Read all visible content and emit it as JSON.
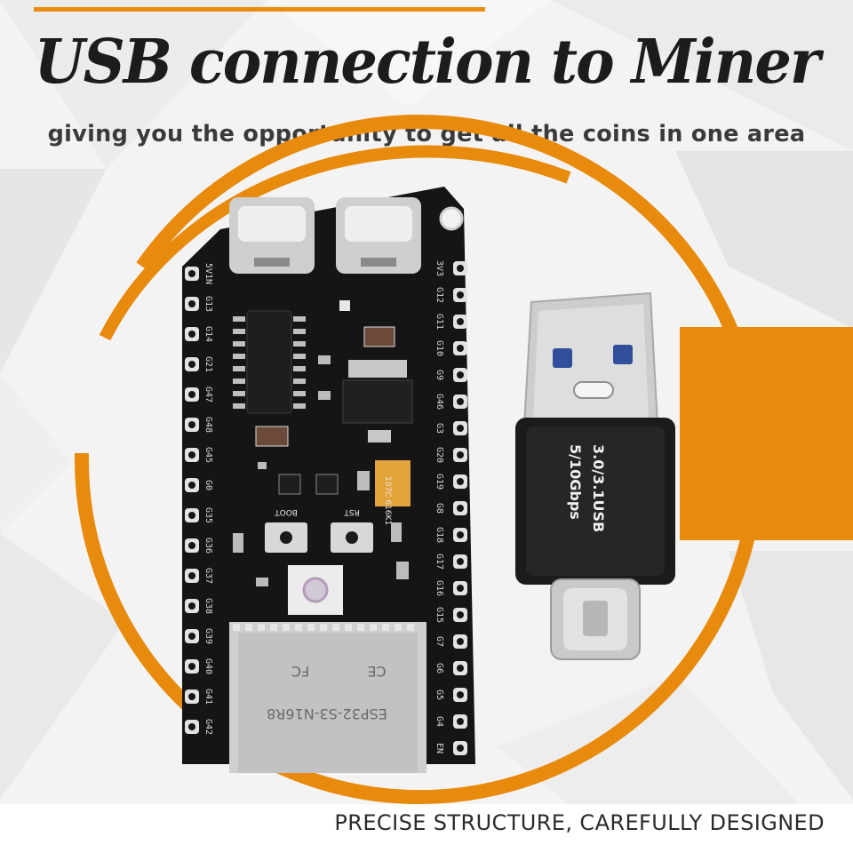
{
  "headline": "USB connection to Miner",
  "subheadline": "giving you the opportunity to get all the coins in one area",
  "footer": "PRECISE STRUCTURE, CAREFULLY DESIGNED",
  "adapter": {
    "label_line1": "3.0/3.1USB",
    "label_line2": "5/10Gbps"
  },
  "board": {
    "buttons": {
      "boot": "BOOT",
      "reset": "RST"
    },
    "module": {
      "fcc_mark": "FC",
      "ce_mark": "CE",
      "model": "ESP32-S3-N16R8"
    },
    "cap_label": "107C 616K1",
    "left_pins": [
      "5V1N",
      "G13",
      "G14",
      "G21",
      "G47",
      "G48",
      "G45",
      "G0",
      "G35",
      "G36",
      "G37",
      "G38",
      "G39",
      "G40",
      "G41",
      "G42"
    ],
    "right_pins": [
      "3V3",
      "G12",
      "G11",
      "G10",
      "G9",
      "G46",
      "G3",
      "G20",
      "G19",
      "G8",
      "G18",
      "G17",
      "G16",
      "G15",
      "G7",
      "G6",
      "G5",
      "G4",
      "EN"
    ]
  },
  "colors": {
    "accent": "#e88a0c",
    "headline": "#1c1c1c",
    "board": "#151515",
    "adapter_body": "#1b1b1b",
    "metal": "#c9c9c9"
  }
}
